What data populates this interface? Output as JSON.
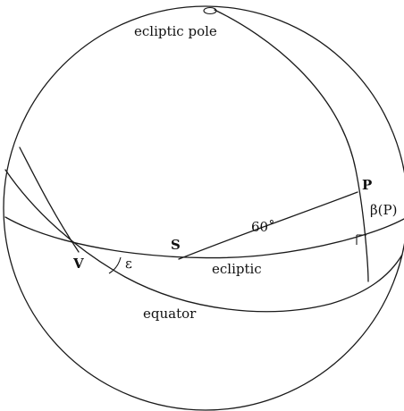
{
  "diagram": {
    "labels": {
      "ecliptic_pole": "ecliptic pole",
      "point_p": "P",
      "beta_p": "β(P)",
      "angle_60": "60˚",
      "point_s": "S",
      "point_v": "V",
      "epsilon": "ε",
      "ecliptic": "ecliptic",
      "equator": "equator"
    }
  }
}
